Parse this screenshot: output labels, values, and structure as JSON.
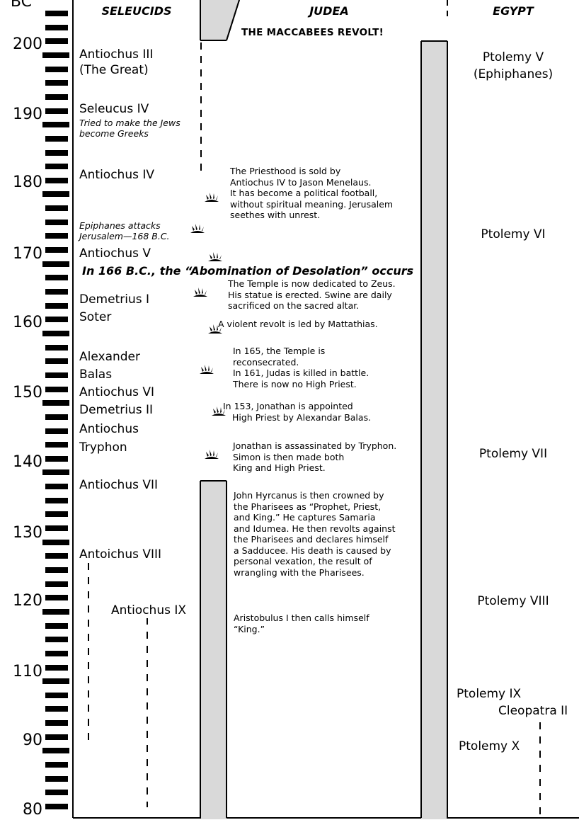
{
  "ruler": {
    "top_label": "BC",
    "labels": [
      "200",
      "190",
      "180",
      "170",
      "160",
      "150",
      "140",
      "130",
      "120",
      "110",
      "90",
      "80"
    ]
  },
  "headers": {
    "seleucids": "SELEUCIDS",
    "judea": "JUDEA",
    "judea_sub": "THE MACCABEES REVOLT!",
    "egypt": "EGYPT"
  },
  "seleucids": {
    "antiochus_iii": "Antiochus III",
    "the_great": "(The Great)",
    "seleucus_iv": "Seleucus IV",
    "seleucus_note_1": "Tried to make the Jews",
    "seleucus_note_2": "become Greeks",
    "antiochus_iv": "Antiochus IV",
    "epiphanes_note_1": "Epiphanes attacks",
    "epiphanes_note_2": "Jerusalem—168 B.C.",
    "antiochus_v": "Antiochus V",
    "abomination": "In 166 B.C., the “Abomination of Desolation” occurs",
    "demetrius_i": "Demetrius I",
    "soter": "Soter",
    "alexander": "Alexander",
    "balas": "Balas",
    "antiochus_vi": "Antiochus VI",
    "demetrius_ii": "Demetrius II",
    "antiochus": "Antiochus",
    "tryphon": "Tryphon",
    "antiochus_vii": "Antiochus VII",
    "antoichus_viii": "Antoichus VIII",
    "antiochus_ix": "Antiochus IX"
  },
  "judea": {
    "p1": [
      "The Priesthood is sold by",
      "Antiochus IV to Jason Menelaus.",
      "It has become a political football,",
      "without spiritual meaning. Jerusalem",
      "seethes with unrest."
    ],
    "p2": [
      "The Temple is now dedicated to Zeus.",
      "His statue is erected. Swine are daily",
      "sacrificed on the sacred altar."
    ],
    "p3": [
      "A violent revolt is led by Mattathias."
    ],
    "p4": [
      "In 165, the Temple is",
      "reconsecrated.",
      "In 161, Judas is killed in battle.",
      "There is now no High Priest."
    ],
    "p5": [
      "In 153, Jonathan is appointed",
      "High Priest by Alexandar Balas."
    ],
    "p6": [
      "Jonathan is assassinated by Tryphon.",
      "Simon is then made both",
      "King and High Priest."
    ],
    "p7": [
      "John Hyrcanus is then crowned by",
      "the Pharisees as “Prophet, Priest,",
      "and King.” He captures Samaria",
      "and Idumea. He then revolts against",
      "the Pharisees and declares himself",
      "a Sadducee. His death is caused by",
      "personal vexation, the result of",
      "wrangling with the Pharisees."
    ],
    "p8": [
      "Aristobulus I then calls himself",
      "“King.”"
    ]
  },
  "egypt": {
    "ptolemy_v": "Ptolemy V",
    "epiphanes": "(Ephiphanes)",
    "ptolemy_vi": "Ptolemy VI",
    "ptolemy_vii": "Ptolemy VII",
    "ptolemy_viii": "Ptolemy VIII",
    "ptolemy_ix": "Ptolemy IX",
    "cleopatra_ii": "Cleopatra II",
    "ptolemy_x": "Ptolemy X"
  }
}
